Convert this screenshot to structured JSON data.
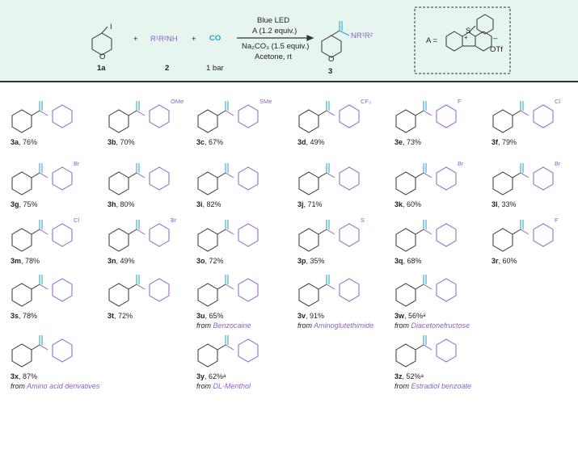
{
  "scheme": {
    "reactant1": "1a",
    "plus1": "+",
    "amine_formula": "R¹R²NH",
    "reactant2": "2",
    "plus2": "+",
    "co": "CO",
    "co_pressure": "1 bar",
    "cond1": "Blue LED",
    "cond2": "A (1.2 equiv.)",
    "cond3": "Na₂CO₃ (1.5 equiv.)",
    "cond4": "Acetone, rt",
    "product_group": "NR¹R²",
    "product": "3",
    "reagent_label": "A  =",
    "reagent_counter": "OTf",
    "reagent_plus": "+",
    "reagent_minus": "–",
    "reagent_atom": "S",
    "iodo": "I",
    "oxygen": "O"
  },
  "compounds": [
    {
      "id": "3a",
      "yield": ", 76%",
      "row": 0,
      "col": 0,
      "sub": ""
    },
    {
      "id": "3b",
      "yield": ", 70%",
      "row": 0,
      "col": 1,
      "sub": "OMe"
    },
    {
      "id": "3c",
      "yield": ", 67%",
      "row": 0,
      "col": 2,
      "sub": "SMe"
    },
    {
      "id": "3d",
      "yield": ", 49%",
      "row": 0,
      "col": 3,
      "sub": "CF₃"
    },
    {
      "id": "3e",
      "yield": ", 73%",
      "row": 0,
      "col": 4,
      "sub": "F"
    },
    {
      "id": "3f",
      "yield": ", 79%",
      "row": 0,
      "col": 5,
      "sub": "Cl"
    },
    {
      "id": "3g",
      "yield": ", 75%",
      "row": 1,
      "col": 0,
      "sub": "Br"
    },
    {
      "id": "3h",
      "yield": ", 80%",
      "row": 1,
      "col": 1,
      "sub": ""
    },
    {
      "id": "3i",
      "yield": ", 82%",
      "row": 1,
      "col": 2,
      "sub": ""
    },
    {
      "id": "3j",
      "yield": ", 71%",
      "row": 1,
      "col": 3,
      "sub": ""
    },
    {
      "id": "3k",
      "yield": ", 60%",
      "row": 1,
      "col": 4,
      "sub": "Br"
    },
    {
      "id": "3l",
      "yield": ", 33%",
      "row": 1,
      "col": 5,
      "sub": "Br"
    },
    {
      "id": "3m",
      "yield": ", 78%",
      "row": 2,
      "col": 0,
      "sub": "Cl"
    },
    {
      "id": "3n",
      "yield": ", 49%",
      "row": 2,
      "col": 1,
      "sub": "Br"
    },
    {
      "id": "3o",
      "yield": ", 72%",
      "row": 2,
      "col": 2,
      "sub": ""
    },
    {
      "id": "3p",
      "yield": ", 35%",
      "row": 2,
      "col": 3,
      "sub": "S"
    },
    {
      "id": "3q",
      "yield": ", 68%",
      "row": 2,
      "col": 4,
      "sub": ""
    },
    {
      "id": "3r",
      "yield": ", 60%",
      "row": 2,
      "col": 5,
      "sub": "F"
    },
    {
      "id": "3s",
      "yield": ", 78%",
      "row": 3,
      "col": 0,
      "sub": ""
    },
    {
      "id": "3t",
      "yield": ", 72%",
      "row": 3,
      "col": 1,
      "sub": ""
    },
    {
      "id": "3u",
      "yield": ", 65%",
      "row": 3,
      "col": 2,
      "sub": "",
      "from": "Benzocaine"
    },
    {
      "id": "3v",
      "yield": ", 91%",
      "row": 3,
      "col": 3,
      "sub": "",
      "from": "Aminoglutethimide"
    },
    {
      "id": "3w",
      "yield": ", 56%ᵃ",
      "row": 3,
      "col": 4,
      "sub": "",
      "from": "Diacetonefructose"
    },
    {
      "id": "3x",
      "yield": ", 87%",
      "row": 4,
      "col": 0,
      "sub": "",
      "from": "Amino acid derivatives"
    },
    {
      "id": "3y",
      "yield": ", 62%ᵃ",
      "row": 4,
      "col": 2,
      "sub": "",
      "from": "DL-Menthol"
    },
    {
      "id": "3z",
      "yield": ", 52%ᵃ",
      "row": 4,
      "col": 4,
      "sub": "",
      "from": "Estradiol benzoate"
    }
  ],
  "from_prefix": "from",
  "colors": {
    "scheme_bg": "#e6f5ee",
    "teal": "#1fa3c7",
    "purple": "#8b62c9",
    "bond": "#333333"
  }
}
